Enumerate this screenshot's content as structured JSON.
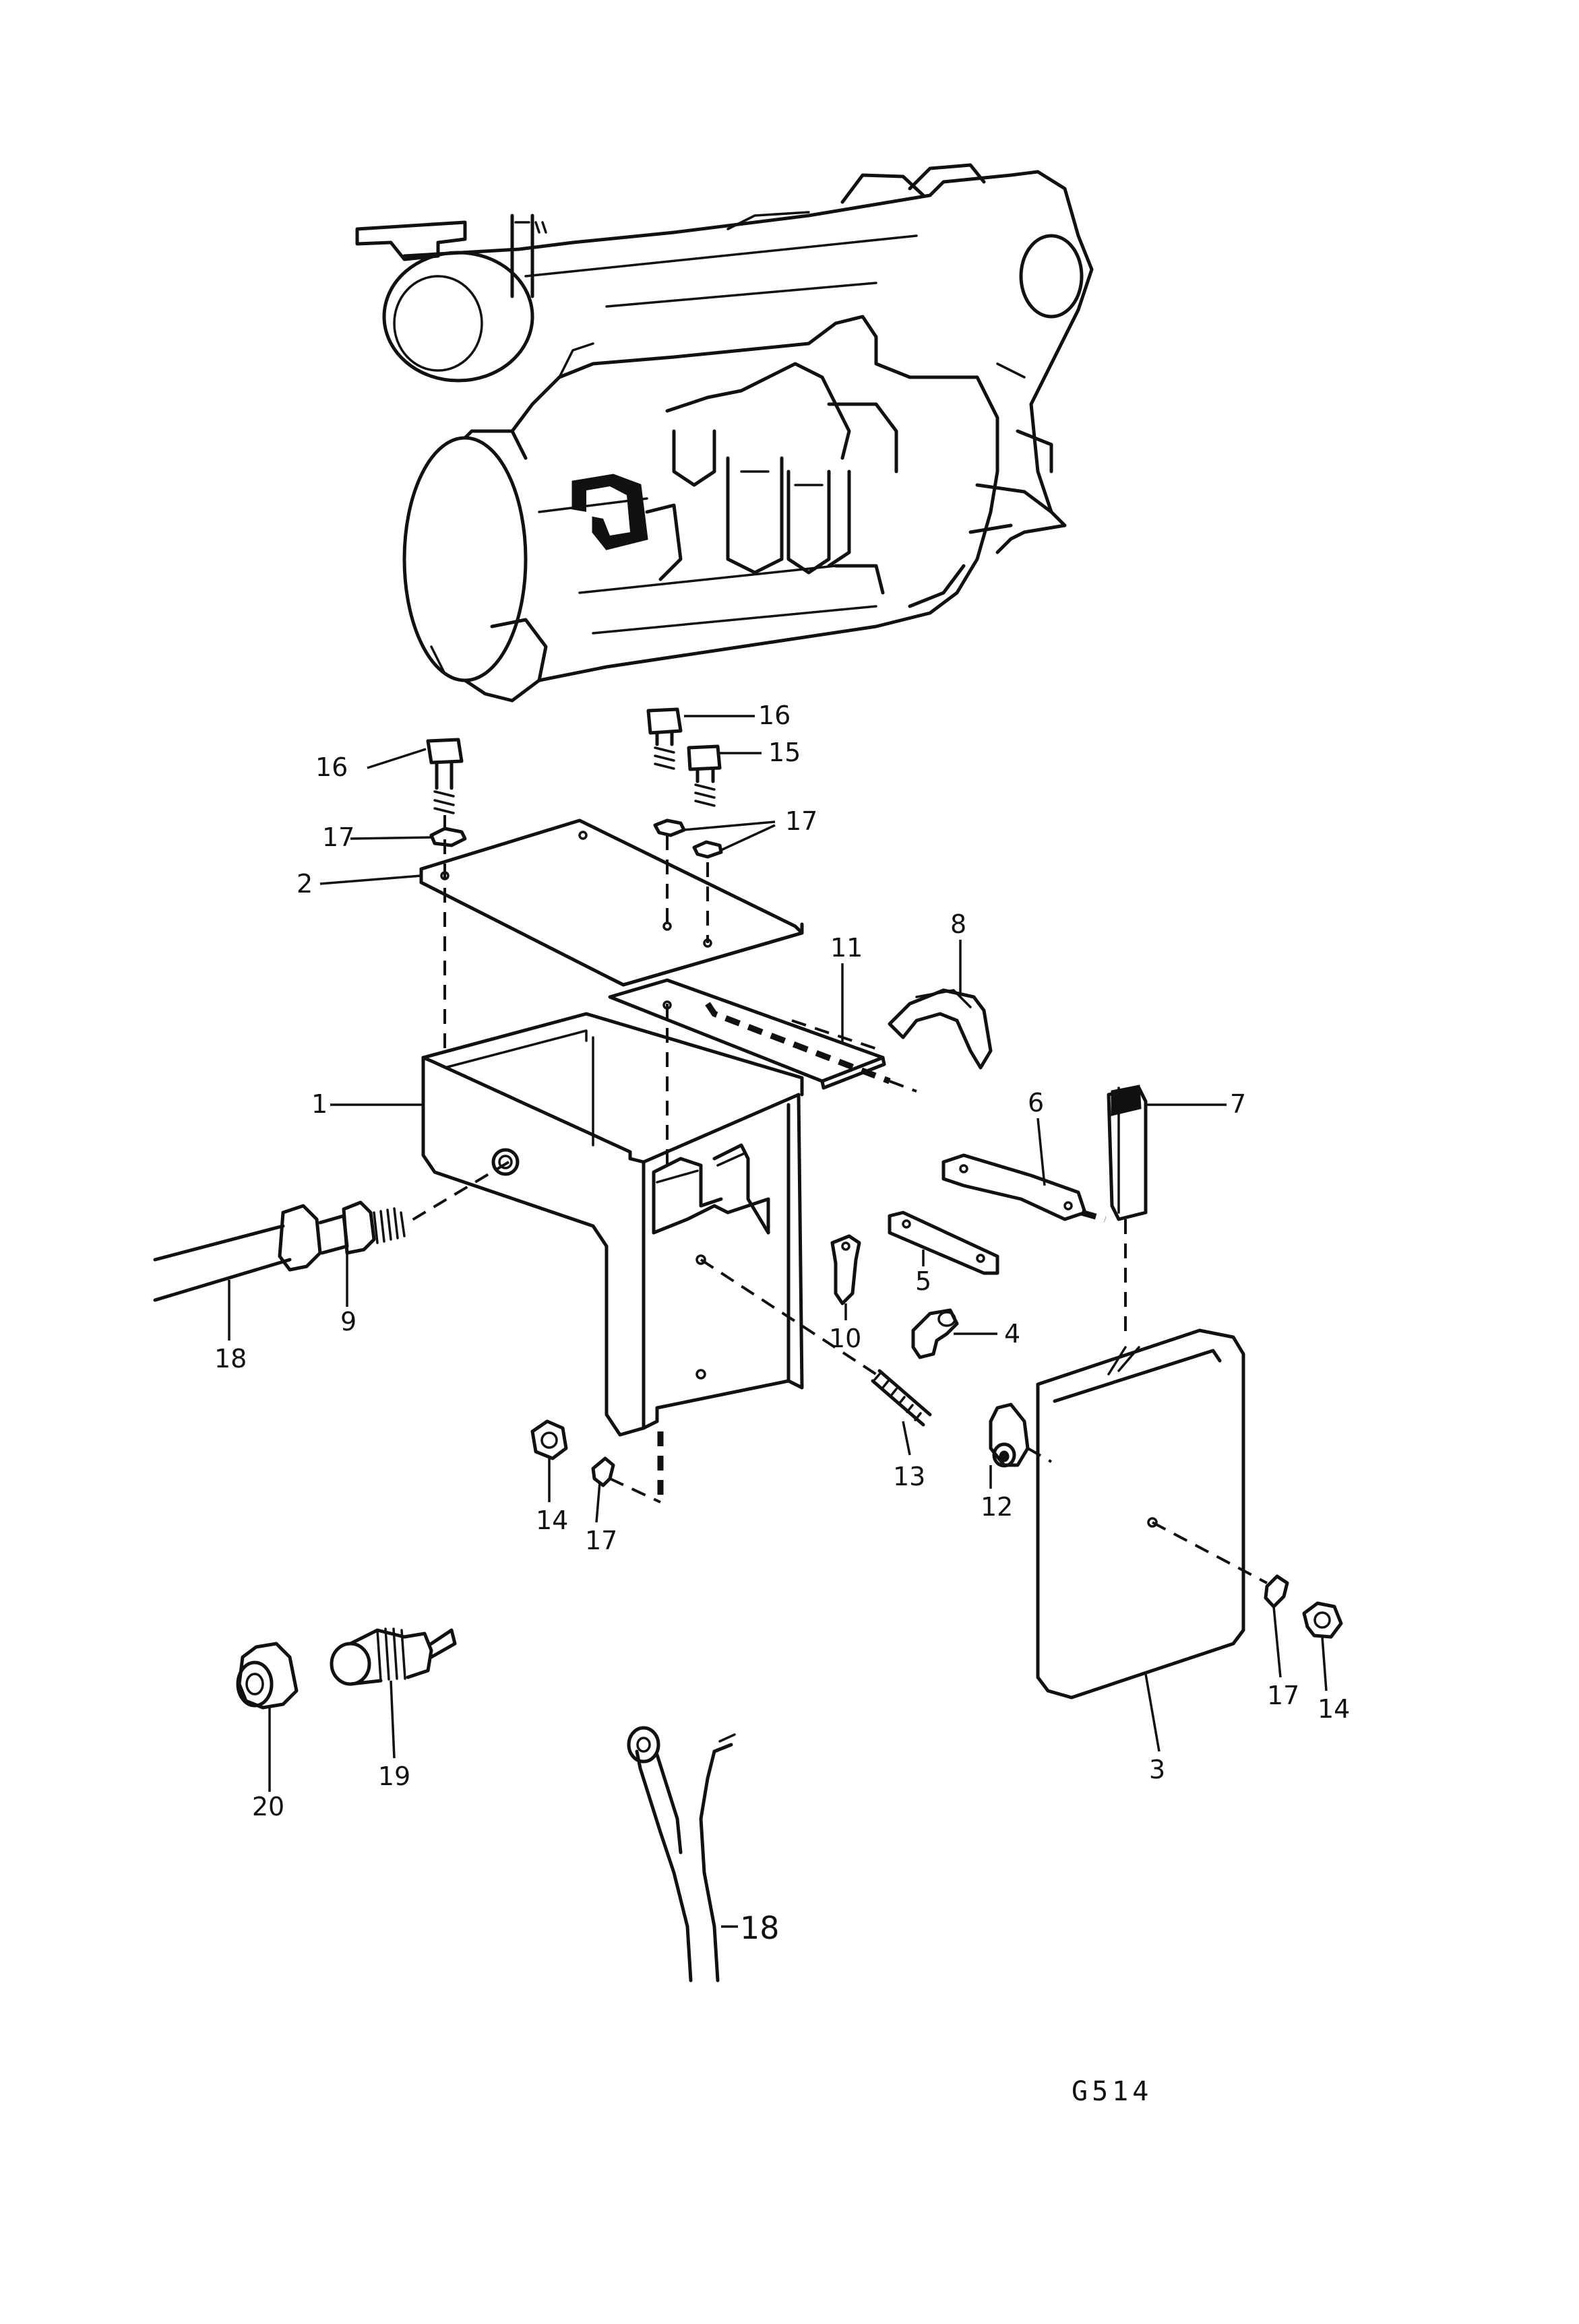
{
  "figure_code": "G514",
  "callouts": {
    "c1": "1",
    "c2": "2",
    "c3": "3",
    "c4": "4",
    "c5": "5",
    "c6": "6",
    "c7": "7",
    "c8": "8",
    "c9": "9",
    "c10": "10",
    "c11": "11",
    "c12": "12",
    "c13": "13",
    "c14a": "14",
    "c14b": "14",
    "c15": "15",
    "c16a": "16",
    "c16b": "16",
    "c17a": "17",
    "c17b": "17",
    "c17c": "17",
    "c17d": "17",
    "c18a": "18",
    "c18b": "18",
    "c19": "19",
    "c20": "20"
  }
}
